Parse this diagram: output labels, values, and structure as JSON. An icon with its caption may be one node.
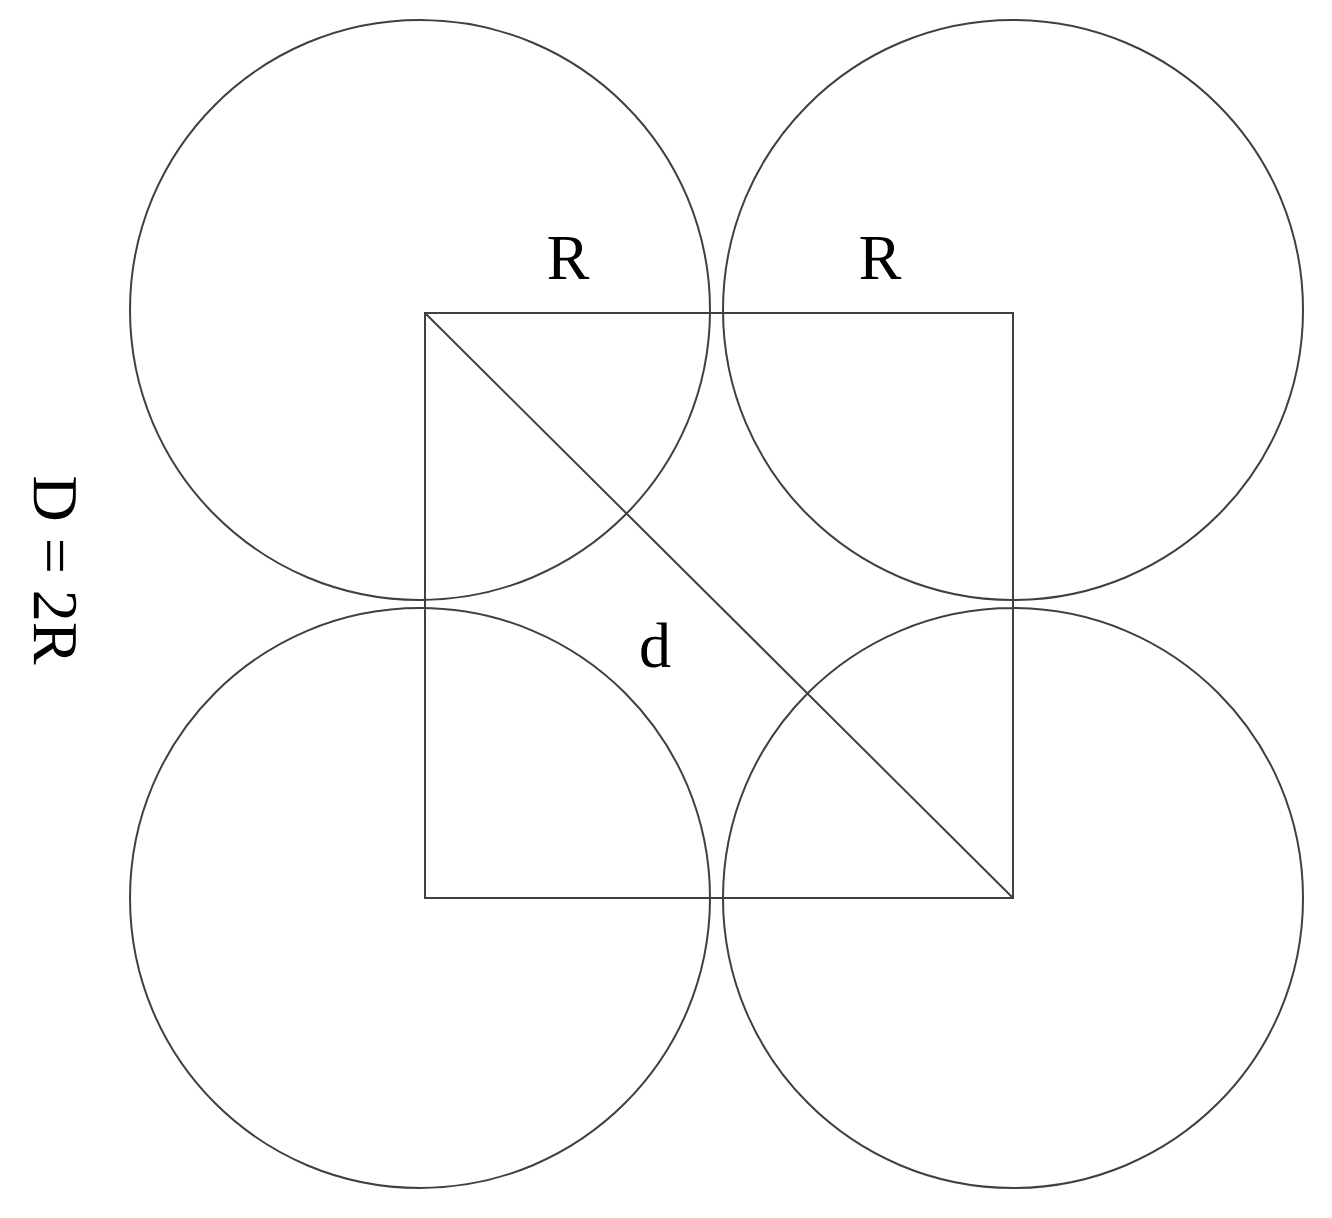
{
  "diagram": {
    "labels": [
      "R",
      "R",
      "d",
      "D = 2R"
    ]
  }
}
